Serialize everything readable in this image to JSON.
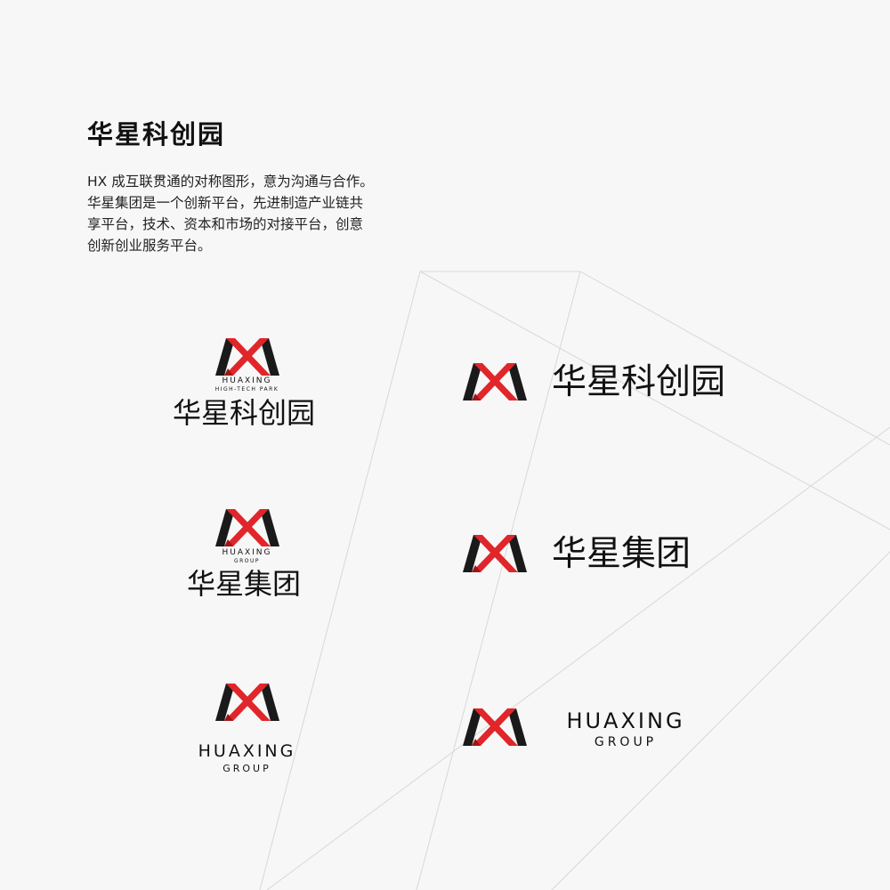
{
  "header": {
    "title": "华星科创园",
    "description": [
      "HX 成互联贯通的对称图形，意为沟通与合作。",
      "华星集团是一个创新平台，先进制造产业链共",
      "享平台，技术、资本和市场的对接平台，创意",
      "创新创业服务平台。"
    ]
  },
  "logos": {
    "park_vertical": {
      "en1": "HUAXING",
      "en2": "HIGH-TECH PARK",
      "cn": "华星科创园"
    },
    "group_vertical": {
      "en1": "HUAXING",
      "en2": "GROUP",
      "cn": "华星集团"
    },
    "group_vertical_en": {
      "en1": "HUAXING",
      "en2": "GROUP"
    },
    "park_horizontal": {
      "cn": "华星科创园"
    },
    "group_horizontal": {
      "cn": "华星集团"
    },
    "group_horizontal_en": {
      "en1": "HUAXING",
      "en2": "GROUP"
    }
  },
  "colors": {
    "mark_red": "#e0262a",
    "mark_black": "#1a1a1a",
    "background": "#f7f7f7",
    "guide_lines": "#d8d8d8"
  },
  "icons": {
    "logo_mark": "huaxing-hx-mark"
  }
}
